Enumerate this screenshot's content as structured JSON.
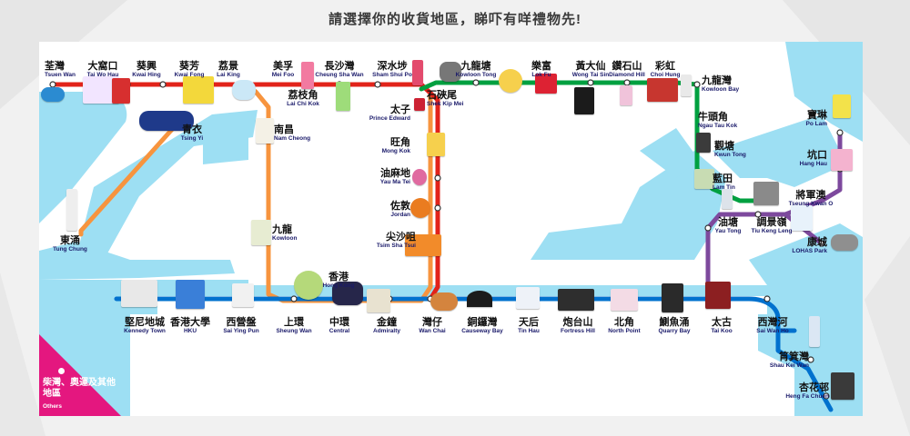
{
  "page": {
    "title": "請選擇你的收貨地區，睇吓有咩禮物先!"
  },
  "others": {
    "label_zh": "柴灣、奧運及其他地區",
    "label_en": "Others",
    "color": "#e4177f"
  },
  "colors": {
    "tsuen_wan_line": "#e2231a",
    "island_line": "#0071ce",
    "kwun_tong_line": "#00a040",
    "tseung_kwan_o_line": "#7d499d",
    "tung_chung_line": "#f7943e",
    "water": "#9ddff3"
  },
  "stations": [
    {
      "zh": "荃灣",
      "en": "Tsuen Wan"
    },
    {
      "zh": "大窩口",
      "en": "Tai Wo Hau"
    },
    {
      "zh": "葵興",
      "en": "Kwai Hing"
    },
    {
      "zh": "葵芳",
      "en": "Kwai Fong"
    },
    {
      "zh": "荔景",
      "en": "Lai King"
    },
    {
      "zh": "美孚",
      "en": "Mei Foo"
    },
    {
      "zh": "長沙灣",
      "en": "Cheung Sha Wan"
    },
    {
      "zh": "深水埗",
      "en": "Sham Shui Po"
    },
    {
      "zh": "九龍塘",
      "en": "Kowloon Tong"
    },
    {
      "zh": "樂富",
      "en": "Lok Fu"
    },
    {
      "zh": "黃大仙",
      "en": "Wong Tai Sin"
    },
    {
      "zh": "鑽石山",
      "en": "Diamond Hill"
    },
    {
      "zh": "彩虹",
      "en": "Choi Hung"
    },
    {
      "zh": "九龍灣",
      "en": "Kowloon Bay"
    },
    {
      "zh": "荔枝角",
      "en": "Lai Chi Kok"
    },
    {
      "zh": "石硤尾",
      "en": "Shek Kip Mei"
    },
    {
      "zh": "太子",
      "en": "Prince Edward"
    },
    {
      "zh": "旺角",
      "en": "Mong Kok"
    },
    {
      "zh": "油麻地",
      "en": "Yau Ma Tei"
    },
    {
      "zh": "佐敦",
      "en": "Jordan"
    },
    {
      "zh": "尖沙咀",
      "en": "Tsim Sha Tsui"
    },
    {
      "zh": "青衣",
      "en": "Tsing Yi"
    },
    {
      "zh": "南昌",
      "en": "Nam Cheong"
    },
    {
      "zh": "九龍",
      "en": "Kowloon"
    },
    {
      "zh": "東涌",
      "en": "Tung Chung"
    },
    {
      "zh": "牛頭角",
      "en": "Ngau Tau Kok"
    },
    {
      "zh": "觀塘",
      "en": "Kwun Tong"
    },
    {
      "zh": "藍田",
      "en": "Lam Tin"
    },
    {
      "zh": "油塘",
      "en": "Yau Tong"
    },
    {
      "zh": "調景嶺",
      "en": "Tiu Keng Leng"
    },
    {
      "zh": "將軍澳",
      "en": "Tseung Kwan O"
    },
    {
      "zh": "寶琳",
      "en": "Po Lam"
    },
    {
      "zh": "坑口",
      "en": "Hang Hau"
    },
    {
      "zh": "康城",
      "en": "LOHAS Park"
    },
    {
      "zh": "香港",
      "en": "Hong Kong"
    },
    {
      "zh": "堅尼地城",
      "en": "Kennedy Town"
    },
    {
      "zh": "香港大學",
      "en": "HKU"
    },
    {
      "zh": "西營盤",
      "en": "Sai Ying Pun"
    },
    {
      "zh": "上環",
      "en": "Sheung Wan"
    },
    {
      "zh": "中環",
      "en": "Central"
    },
    {
      "zh": "金鐘",
      "en": "Admiralty"
    },
    {
      "zh": "灣仔",
      "en": "Wan Chai"
    },
    {
      "zh": "銅鑼灣",
      "en": "Causeway Bay"
    },
    {
      "zh": "天后",
      "en": "Tin Hau"
    },
    {
      "zh": "炮台山",
      "en": "Fortress Hill"
    },
    {
      "zh": "北角",
      "en": "North Point"
    },
    {
      "zh": "鰂魚涌",
      "en": "Quarry Bay"
    },
    {
      "zh": "太古",
      "en": "Tai Koo"
    },
    {
      "zh": "西灣河",
      "en": "Sai Wan Ho"
    },
    {
      "zh": "筲箕灣",
      "en": "Shau Kei Wan"
    },
    {
      "zh": "杏花邨",
      "en": "Heng Fa Chuen"
    }
  ]
}
